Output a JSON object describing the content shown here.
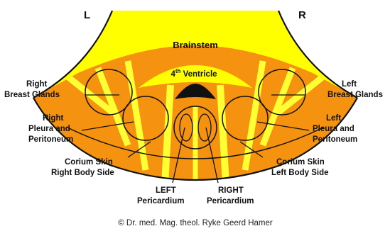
{
  "orientation": {
    "left": "L",
    "right": "R"
  },
  "title": "Brainstem",
  "ventricle": {
    "number": "4",
    "suffix": "th",
    "rest": " Ventricle"
  },
  "labels": {
    "right_breast_1": "Right",
    "right_breast_2": "Breast Glands",
    "left_breast_1": "Left",
    "left_breast_2": "Breast Glands",
    "right_pleura_1": "Right",
    "right_pleura_2": "Pleura and",
    "right_pleura_3": "Peritoneum",
    "left_pleura_1": "Left",
    "left_pleura_2": "Pleura and",
    "left_pleura_3": "Peritoneum",
    "corium_right_1": "Corium Skin",
    "corium_right_2": "Right Body Side",
    "corium_left_1": "Corium Skin",
    "corium_left_2": "Left Body Side",
    "left_pericardium_1": "LEFT",
    "left_pericardium_2": "Pericardium",
    "right_pericardium_1": "RIGHT",
    "right_pericardium_2": "Pericardium"
  },
  "copyright": "© Dr. med. Mag. theol. Ryke Geerd Hamer",
  "colors": {
    "brainstem": "#ffff00",
    "orange_band": "#f5920f",
    "stripes": "#ffff33",
    "outline": "#111111"
  }
}
